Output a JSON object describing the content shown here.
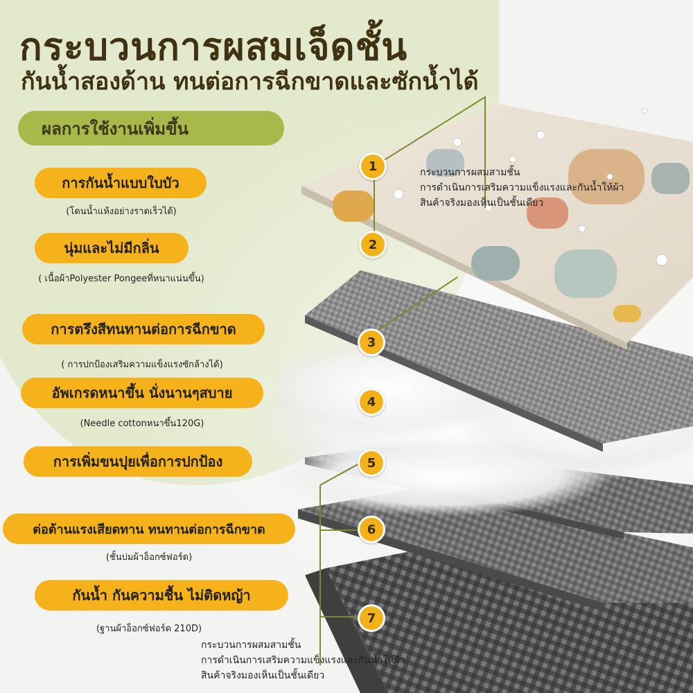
{
  "header": {
    "title": "กระบวนการผสมเจ็ดชั้น",
    "subtitle": "กันน้ำสองด้าน ทนต่อการฉีกขาดและซักน้ำได้"
  },
  "section_label": "ผลการใช้งานเพิ่มขึ้น",
  "features": [
    {
      "label": "การกันน้ำแบบใบบัว",
      "note": "(โดนน้ำแห้งอย่างราดเร็วได้)"
    },
    {
      "label": "นุ่มและไม่มีกลิ่น",
      "note": "( เนื้อผ้าPolyester Pongeeที่หนาแน่นขึ้น)"
    },
    {
      "label": "การตรึงสีทนทานต่อการฉีกขาด",
      "note": "( การปกป้องเสริมความแข็งแรงซักล้างได้)"
    },
    {
      "label": "อัพเกรดหนาขึ้น นั่งนานๆสบาย",
      "note": "(Needle cottonหนาขึ้น120G)"
    },
    {
      "label": "การเพิ่มขนปุยเพื่อการปกป้อง",
      "note": ""
    },
    {
      "label": "ต่อต้านแรงเสียดทาน ทนทานต่อการฉีกขาด",
      "note": "(ชั้นบ่มผ้าอ็อกซ์ฟอร์ด)"
    },
    {
      "label": "กันน้ำ กันความชื้น ไม่ติดหญ้า",
      "note": "(ฐานผ้าอ็อกซ์ฟอร์ด 210D)"
    }
  ],
  "layer_numbers": [
    "1",
    "2",
    "3",
    "4",
    "5",
    "6",
    "7"
  ],
  "top_description": {
    "line1": "กระบวนการผสมสามชั้น",
    "line2": "การดำเนินการเสริมความแข็งแรงและกันน้ำให้ผ้า",
    "line3": "สินค้าจริงมองเห็นเป็นชั้นเดียว"
  },
  "bottom_description": {
    "line1": "กระบวนการผสมสามชั้น",
    "line2": "การดำเนินการเสริมความแข็งแรงและกันน้ำให้ผ้า",
    "line3": "สินค้าจริงมองเห็นเป็นชั้นเดียว"
  },
  "colors": {
    "title": "#3f3212",
    "pill_green": "#a8b84a",
    "pill_orange": "#f6b21b",
    "number_badge": "#f3b21a",
    "leader_line": "#7b8a2e"
  }
}
